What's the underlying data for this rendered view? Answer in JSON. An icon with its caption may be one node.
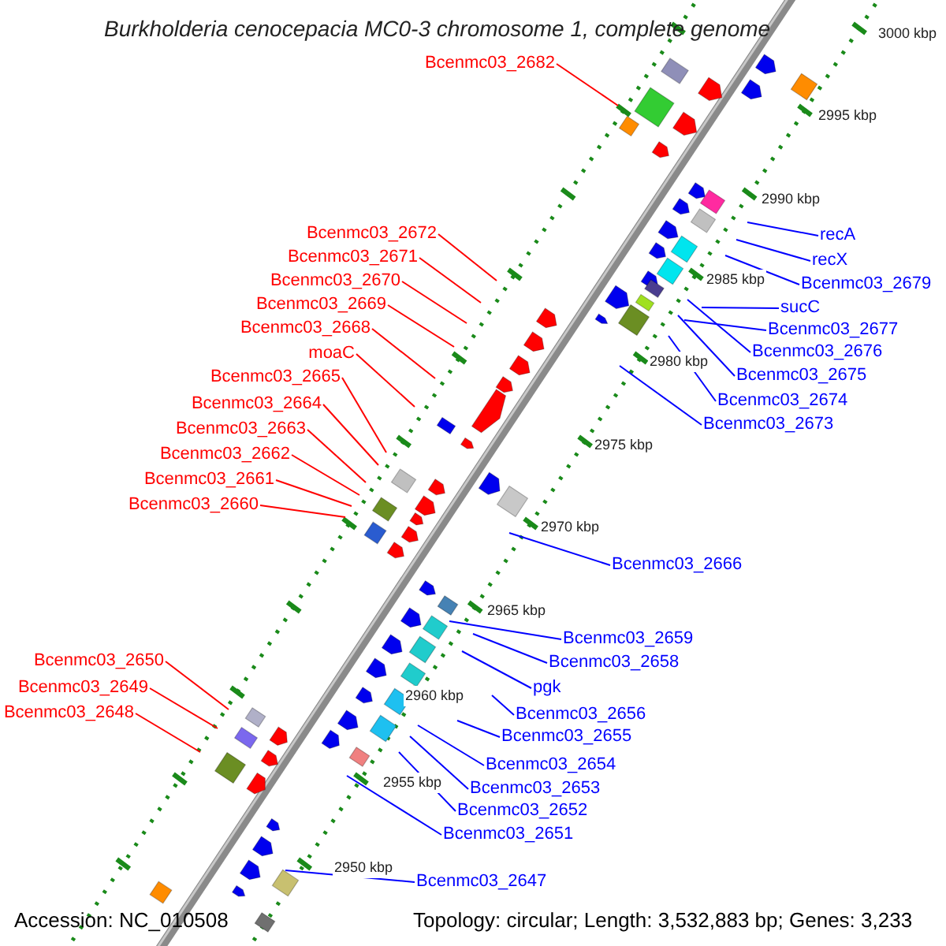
{
  "diagram": {
    "title": "Burkholderia cenocepacia MC0-3 chromosome 1, complete genome",
    "nodes": [
      {
        "text": [
          "Bcenmc03_2682"
        ]
      },
      {
        "text": [
          "Bcenmc03_2672"
        ]
      },
      {
        "text": [
          "Bcenmc03_2671"
        ]
      },
      {
        "text": [
          "Bcenmc03_2670"
        ]
      },
      {
        "text": [
          "Bcenmc03_2669"
        ]
      },
      {
        "text": [
          "Bcenmc03_2668"
        ]
      },
      {
        "text": [
          "moaC"
        ]
      },
      {
        "text": [
          "Bcenmc03_2665"
        ]
      },
      {
        "text": [
          "Bcenmc03_2664"
        ]
      },
      {
        "text": [
          "Bcenmc03_2663"
        ]
      },
      {
        "text": [
          "Bcenmc03_2662"
        ]
      },
      {
        "text": [
          "Bcenmc03_2661"
        ]
      },
      {
        "text": [
          "Bcenmc03_2660"
        ]
      },
      {
        "text": [
          "recA"
        ]
      },
      {
        "text": [
          "recX"
        ]
      },
      {
        "text": [
          "Bcenmc03_2679"
        ]
      },
      {
        "text": [
          "sucC"
        ]
      },
      {
        "text": [
          "Bcenmc03_2677"
        ]
      },
      {
        "text": [
          "Bcenmc03_2676"
        ]
      },
      {
        "text": [
          "Bcenmc03_2675"
        ]
      },
      {
        "text": [
          "Bcenmc03_2674"
        ]
      },
      {
        "text": [
          "Bcenmc03_2673"
        ]
      },
      {
        "text": [
          "Bcenmc03_2666"
        ]
      },
      {
        "text": [
          "Bcenmc03_2659"
        ]
      },
      {
        "text": [
          "Bcenmc03_2658"
        ]
      },
      {
        "text": [
          "pgk"
        ]
      },
      {
        "text": [
          "Bcenmc03_2656"
        ]
      },
      {
        "text": [
          "Bcenmc03_2655"
        ]
      },
      {
        "text": [
          "Bcenmc03_2654"
        ]
      },
      {
        "text": [
          "Bcenmc03_2653"
        ]
      },
      {
        "text": [
          "Bcenmc03_2652"
        ]
      },
      {
        "text": [
          "Bcenmc03_2651"
        ]
      },
      {
        "text": [
          "Bcenmc03_2650"
        ]
      },
      {
        "text": [
          "Bcenmc03_2649"
        ]
      },
      {
        "text": [
          "Bcenmc03_2648"
        ]
      },
      {
        "text": [
          "Bcenmc03_2647"
        ]
      }
    ],
    "edges": [
      {
        "from": 0,
        "to": null,
        "arrow": "none",
        "color": "#ff0000"
      },
      {
        "from": 1,
        "to": null,
        "arrow": "none",
        "color": "#ff0000"
      },
      {
        "from": 2,
        "to": null,
        "arrow": "none",
        "color": "#ff0000"
      },
      {
        "from": 3,
        "to": null,
        "arrow": "none",
        "color": "#ff0000"
      },
      {
        "from": 4,
        "to": null,
        "arrow": "none",
        "color": "#ff0000"
      },
      {
        "from": 5,
        "to": null,
        "arrow": "none",
        "color": "#ff0000"
      },
      {
        "from": 6,
        "to": null,
        "arrow": "none",
        "color": "#ff0000"
      },
      {
        "from": 7,
        "to": null,
        "arrow": "none",
        "color": "#ff0000"
      },
      {
        "from": 8,
        "to": null,
        "arrow": "none",
        "color": "#ff0000"
      },
      {
        "from": 9,
        "to": null,
        "arrow": "none",
        "color": "#ff0000"
      },
      {
        "from": 10,
        "to": null,
        "arrow": "none",
        "color": "#ff0000"
      },
      {
        "from": 11,
        "to": null,
        "arrow": "none",
        "color": "#ff0000"
      },
      {
        "from": 12,
        "to": null,
        "arrow": "none",
        "color": "#ff0000"
      },
      {
        "from": 13,
        "to": null,
        "arrow": "none"
      },
      {
        "from": 14,
        "to": null,
        "arrow": "none"
      },
      {
        "from": 15,
        "to": null,
        "arrow": "none"
      },
      {
        "from": 16,
        "to": null,
        "arrow": "none"
      },
      {
        "from": 17,
        "to": null,
        "arrow": "none"
      },
      {
        "from": 18,
        "to": null,
        "arrow": "none"
      },
      {
        "from": 19,
        "to": null,
        "arrow": "none"
      },
      {
        "from": 20,
        "to": null,
        "arrow": "none"
      },
      {
        "from": 21,
        "to": null,
        "arrow": "none"
      },
      {
        "from": 22,
        "to": null,
        "arrow": "none"
      },
      {
        "from": 23,
        "to": null,
        "arrow": "none"
      },
      {
        "from": 24,
        "to": null,
        "arrow": "none"
      },
      {
        "from": 25,
        "to": null,
        "arrow": "none"
      },
      {
        "from": 26,
        "to": null,
        "arrow": "none"
      },
      {
        "from": 27,
        "to": null,
        "arrow": "none"
      },
      {
        "from": 28,
        "to": null,
        "arrow": "none"
      },
      {
        "from": 29,
        "to": null,
        "arrow": "none"
      },
      {
        "from": 30,
        "to": null,
        "arrow": "none"
      },
      {
        "from": 31,
        "to": null,
        "arrow": "none"
      },
      {
        "from": 32,
        "to": null,
        "arrow": "none",
        "color": "#ff0000"
      },
      {
        "from": 33,
        "to": null,
        "arrow": "none",
        "color": "#ff0000"
      },
      {
        "from": 34,
        "to": null,
        "arrow": "none",
        "color": "#ff0000"
      },
      {
        "from": 35,
        "to": null,
        "arrow": "none"
      }
    ],
    "labels": [
      "3000 kbp",
      "2995 kbp",
      "2990 kbp",
      "2985 kbp",
      "2980 kbp",
      "2975 kbp",
      "2970 kbp",
      "2965 kbp",
      "2960 kbp",
      "2955 kbp",
      "2950 kbp",
      "Accession: NC_010508",
      "Topology: circular; Length: 3,532,883 bp; Genes: 3,233"
    ]
  }
}
